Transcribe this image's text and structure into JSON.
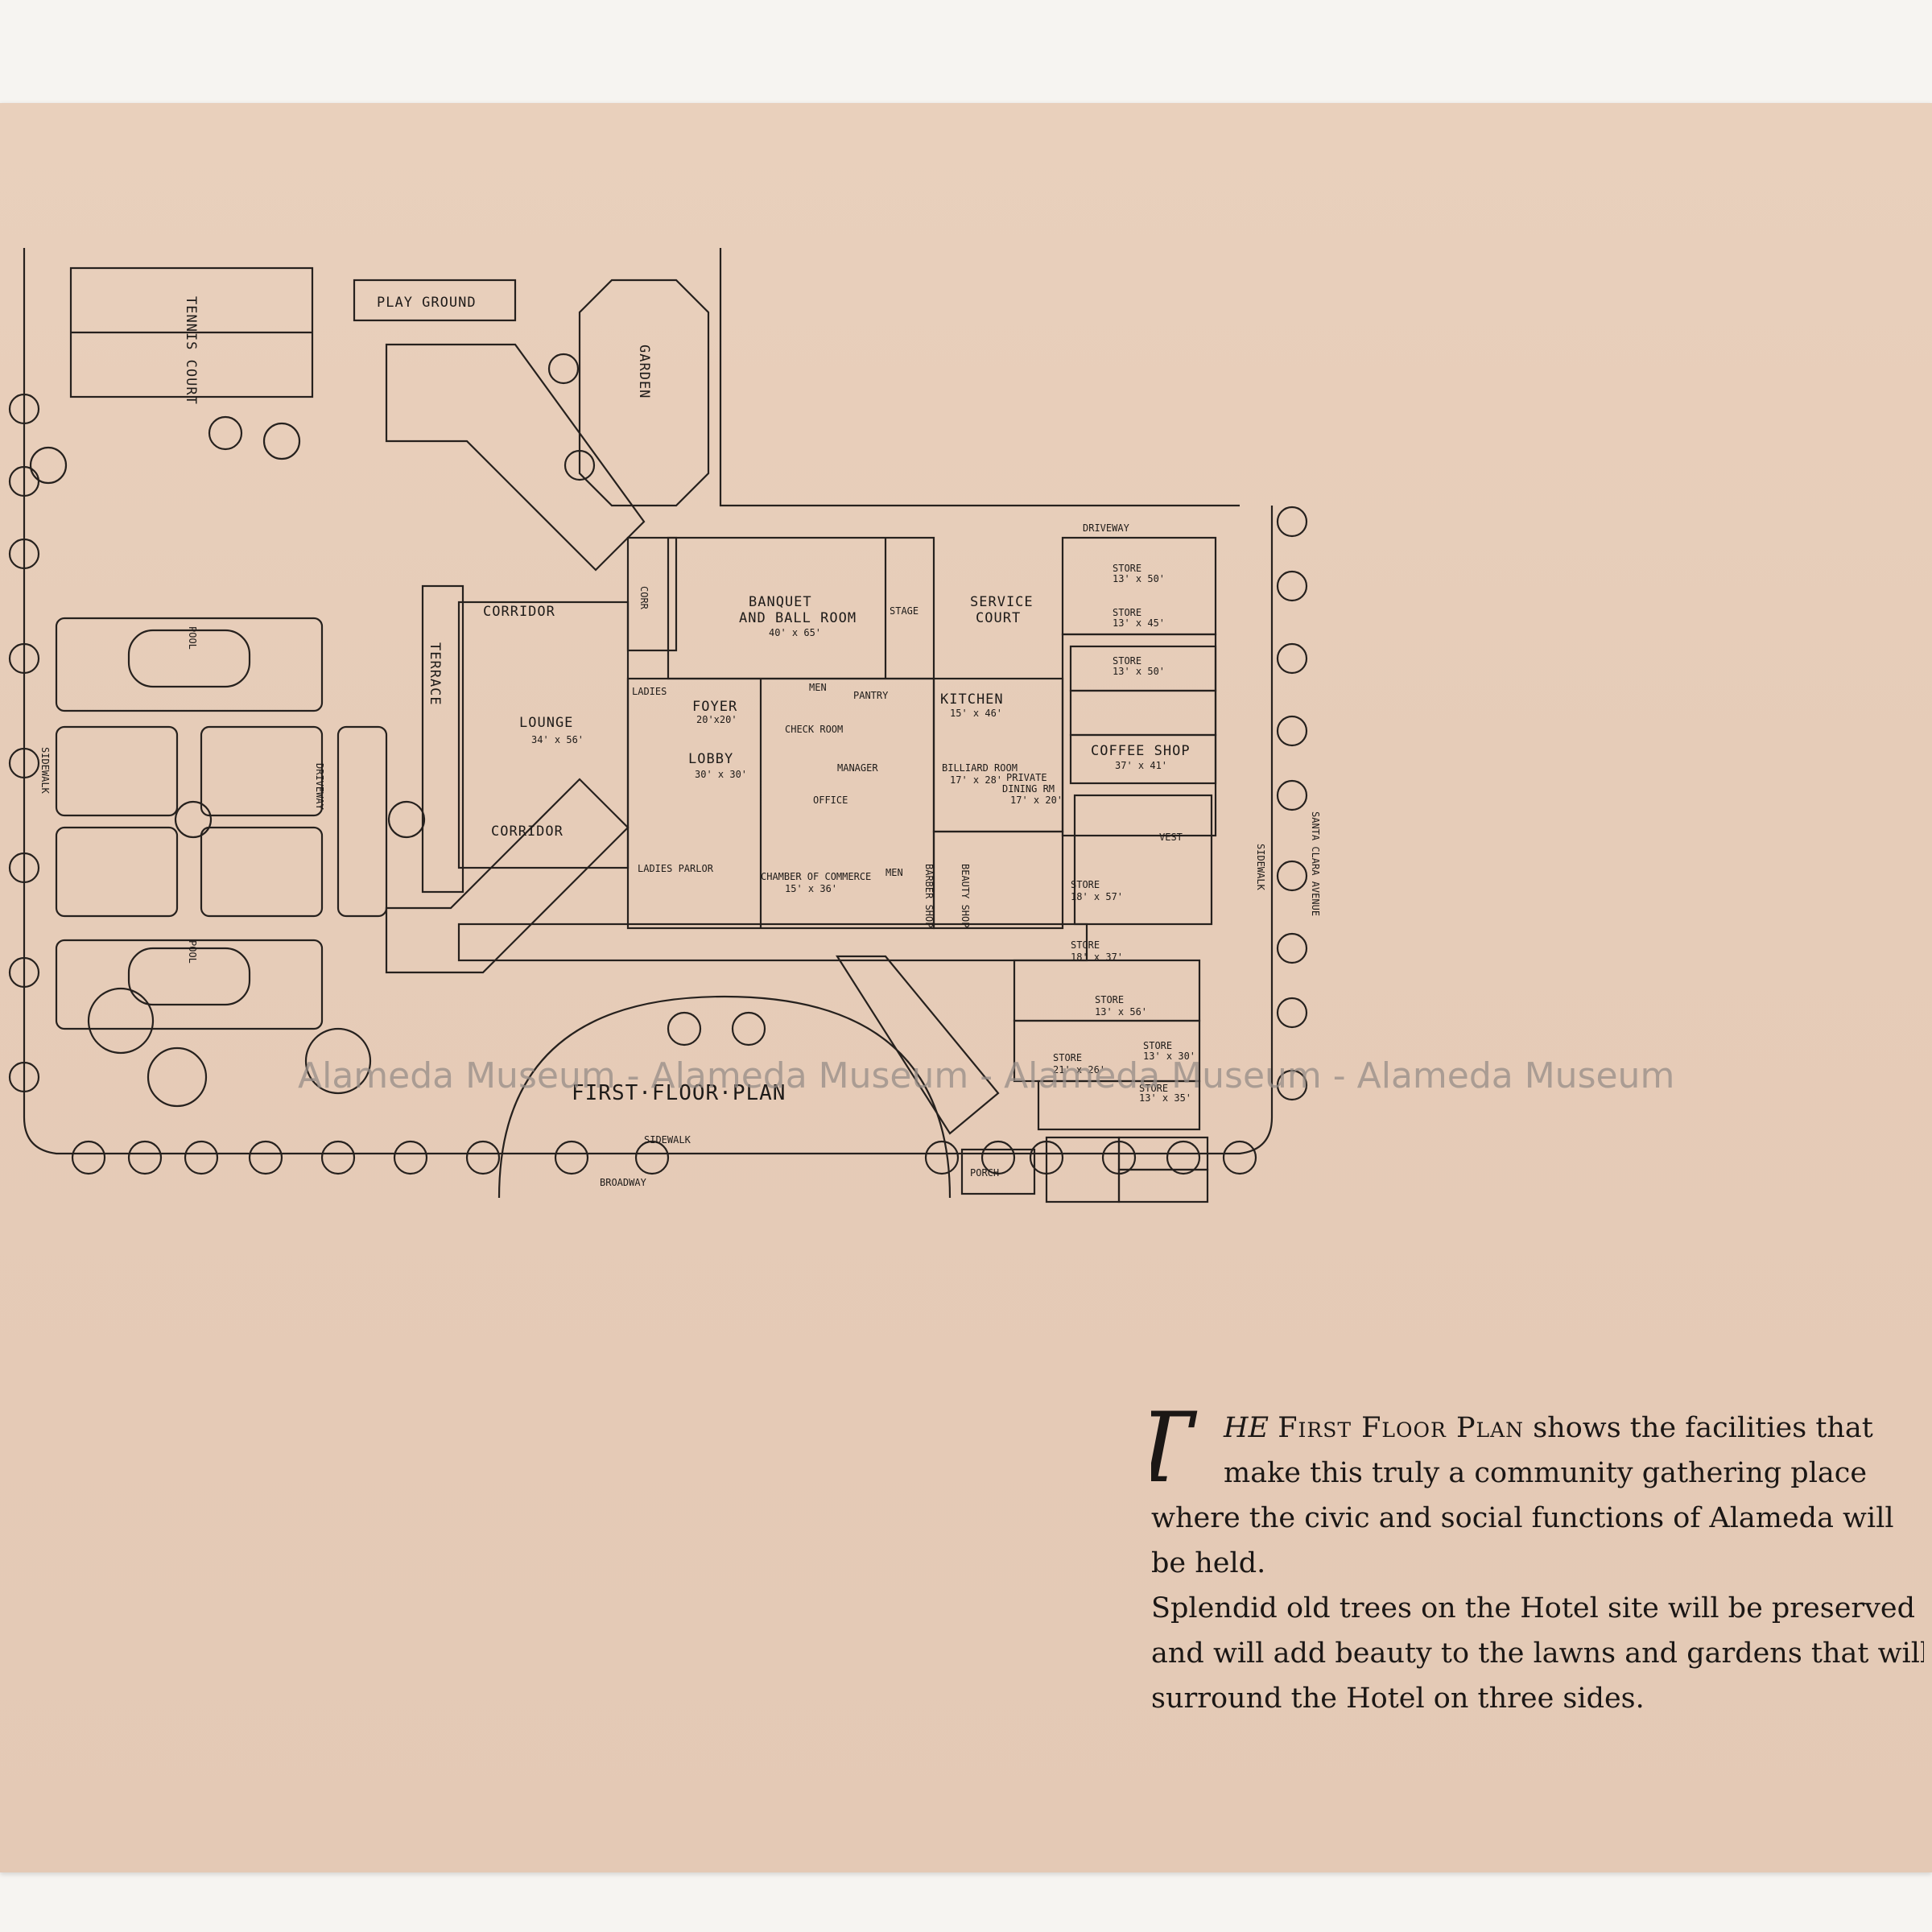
{
  "page": {
    "background": "#e6ccb8",
    "ink": "#1e1b19"
  },
  "plan": {
    "title": "FIRST·FLOOR·PLAN",
    "rooms": {
      "tennis": "TENNIS COURT",
      "playground": "PLAY GROUND",
      "garden": "GARDEN",
      "corridor_top": "CORRIDOR",
      "corridor_bottom": "CORRIDOR",
      "corr": "CORR",
      "terrace": "TERRACE",
      "lounge": "LOUNGE",
      "lounge_dim": "34' x 56'",
      "banquet": "BANQUET",
      "ballroom": "AND BALL ROOM",
      "banquet_dim": "40' x 65'",
      "stage": "STAGE",
      "service": "SERVICE",
      "court": "COURT",
      "driveway_top": "DRIVEWAY",
      "ladies": "LADIES",
      "foyer": "FOYER",
      "foyer_dim": "20'x20'",
      "men": "MEN",
      "pantry": "PANTRY",
      "kitchen": "KITCHEN",
      "kitchen_dim": "15' x 46'",
      "check": "CHECK ROOM",
      "manager": "MANAGER",
      "billiard": "BILLIARD ROOM",
      "billiard_dim": "17' x 28'",
      "private": "PRIVATE",
      "dining": "DINING RM",
      "private_dim": "17' x 20'",
      "lobby": "LOBBY",
      "lobby_dim": "30' x 30'",
      "office": "OFFICE",
      "coffee": "COFFEE SHOP",
      "coffee_dim": "37' x 41'",
      "ladies_parlor": "LADIES PARLOR",
      "chamber": "CHAMBER OF COMMERCE",
      "chamber_dim": "15' x 36'",
      "men2": "MEN",
      "barber": "BARBER SHOP",
      "beauty": "BEAUTY SHOP",
      "vest": "VEST",
      "porch": "PORCH",
      "pool": "POOL",
      "sidewalk_left": "SIDEWALK",
      "driveway_left": "DRIVEWAY",
      "sidewalk_right": "SIDEWALK",
      "santa_clara": "SANTA CLARA AVENUE",
      "sidewalk_bottom": "SIDEWALK",
      "broadway": "BROADWAY"
    },
    "stores": [
      {
        "label": "STORE",
        "dim": "13' x 50'"
      },
      {
        "label": "STORE",
        "dim": "13' x 45'"
      },
      {
        "label": "STORE",
        "dim": "13' x 50'"
      },
      {
        "label": "STORE",
        "dim": "18' x 57'"
      },
      {
        "label": "STORE",
        "dim": "18' x 37'"
      },
      {
        "label": "STORE",
        "dim": "13' x 56'"
      },
      {
        "label": "STORE",
        "dim": "21' x 26'"
      },
      {
        "label": "STORE",
        "dim": "13' x 30'"
      },
      {
        "label": "STORE",
        "dim": "13' x 35'"
      }
    ]
  },
  "watermark": "Alameda Museum - Alameda Museum - Alameda Museum - Alameda Museum",
  "description": {
    "dropcap": "T",
    "line1_rest": "HE",
    "line1_smallcaps": "First Floor Plan",
    "line1_tail": "shows the facilities that",
    "line2": "make this truly a community gathering place",
    "line3": "where the civic and social functions of Alameda will",
    "line4": "be held.",
    "line5": "Splendid old trees on the Hotel site will be preserved",
    "line6": "and will add beauty to the lawns and gardens that will",
    "line7": "surround the Hotel on three sides."
  }
}
